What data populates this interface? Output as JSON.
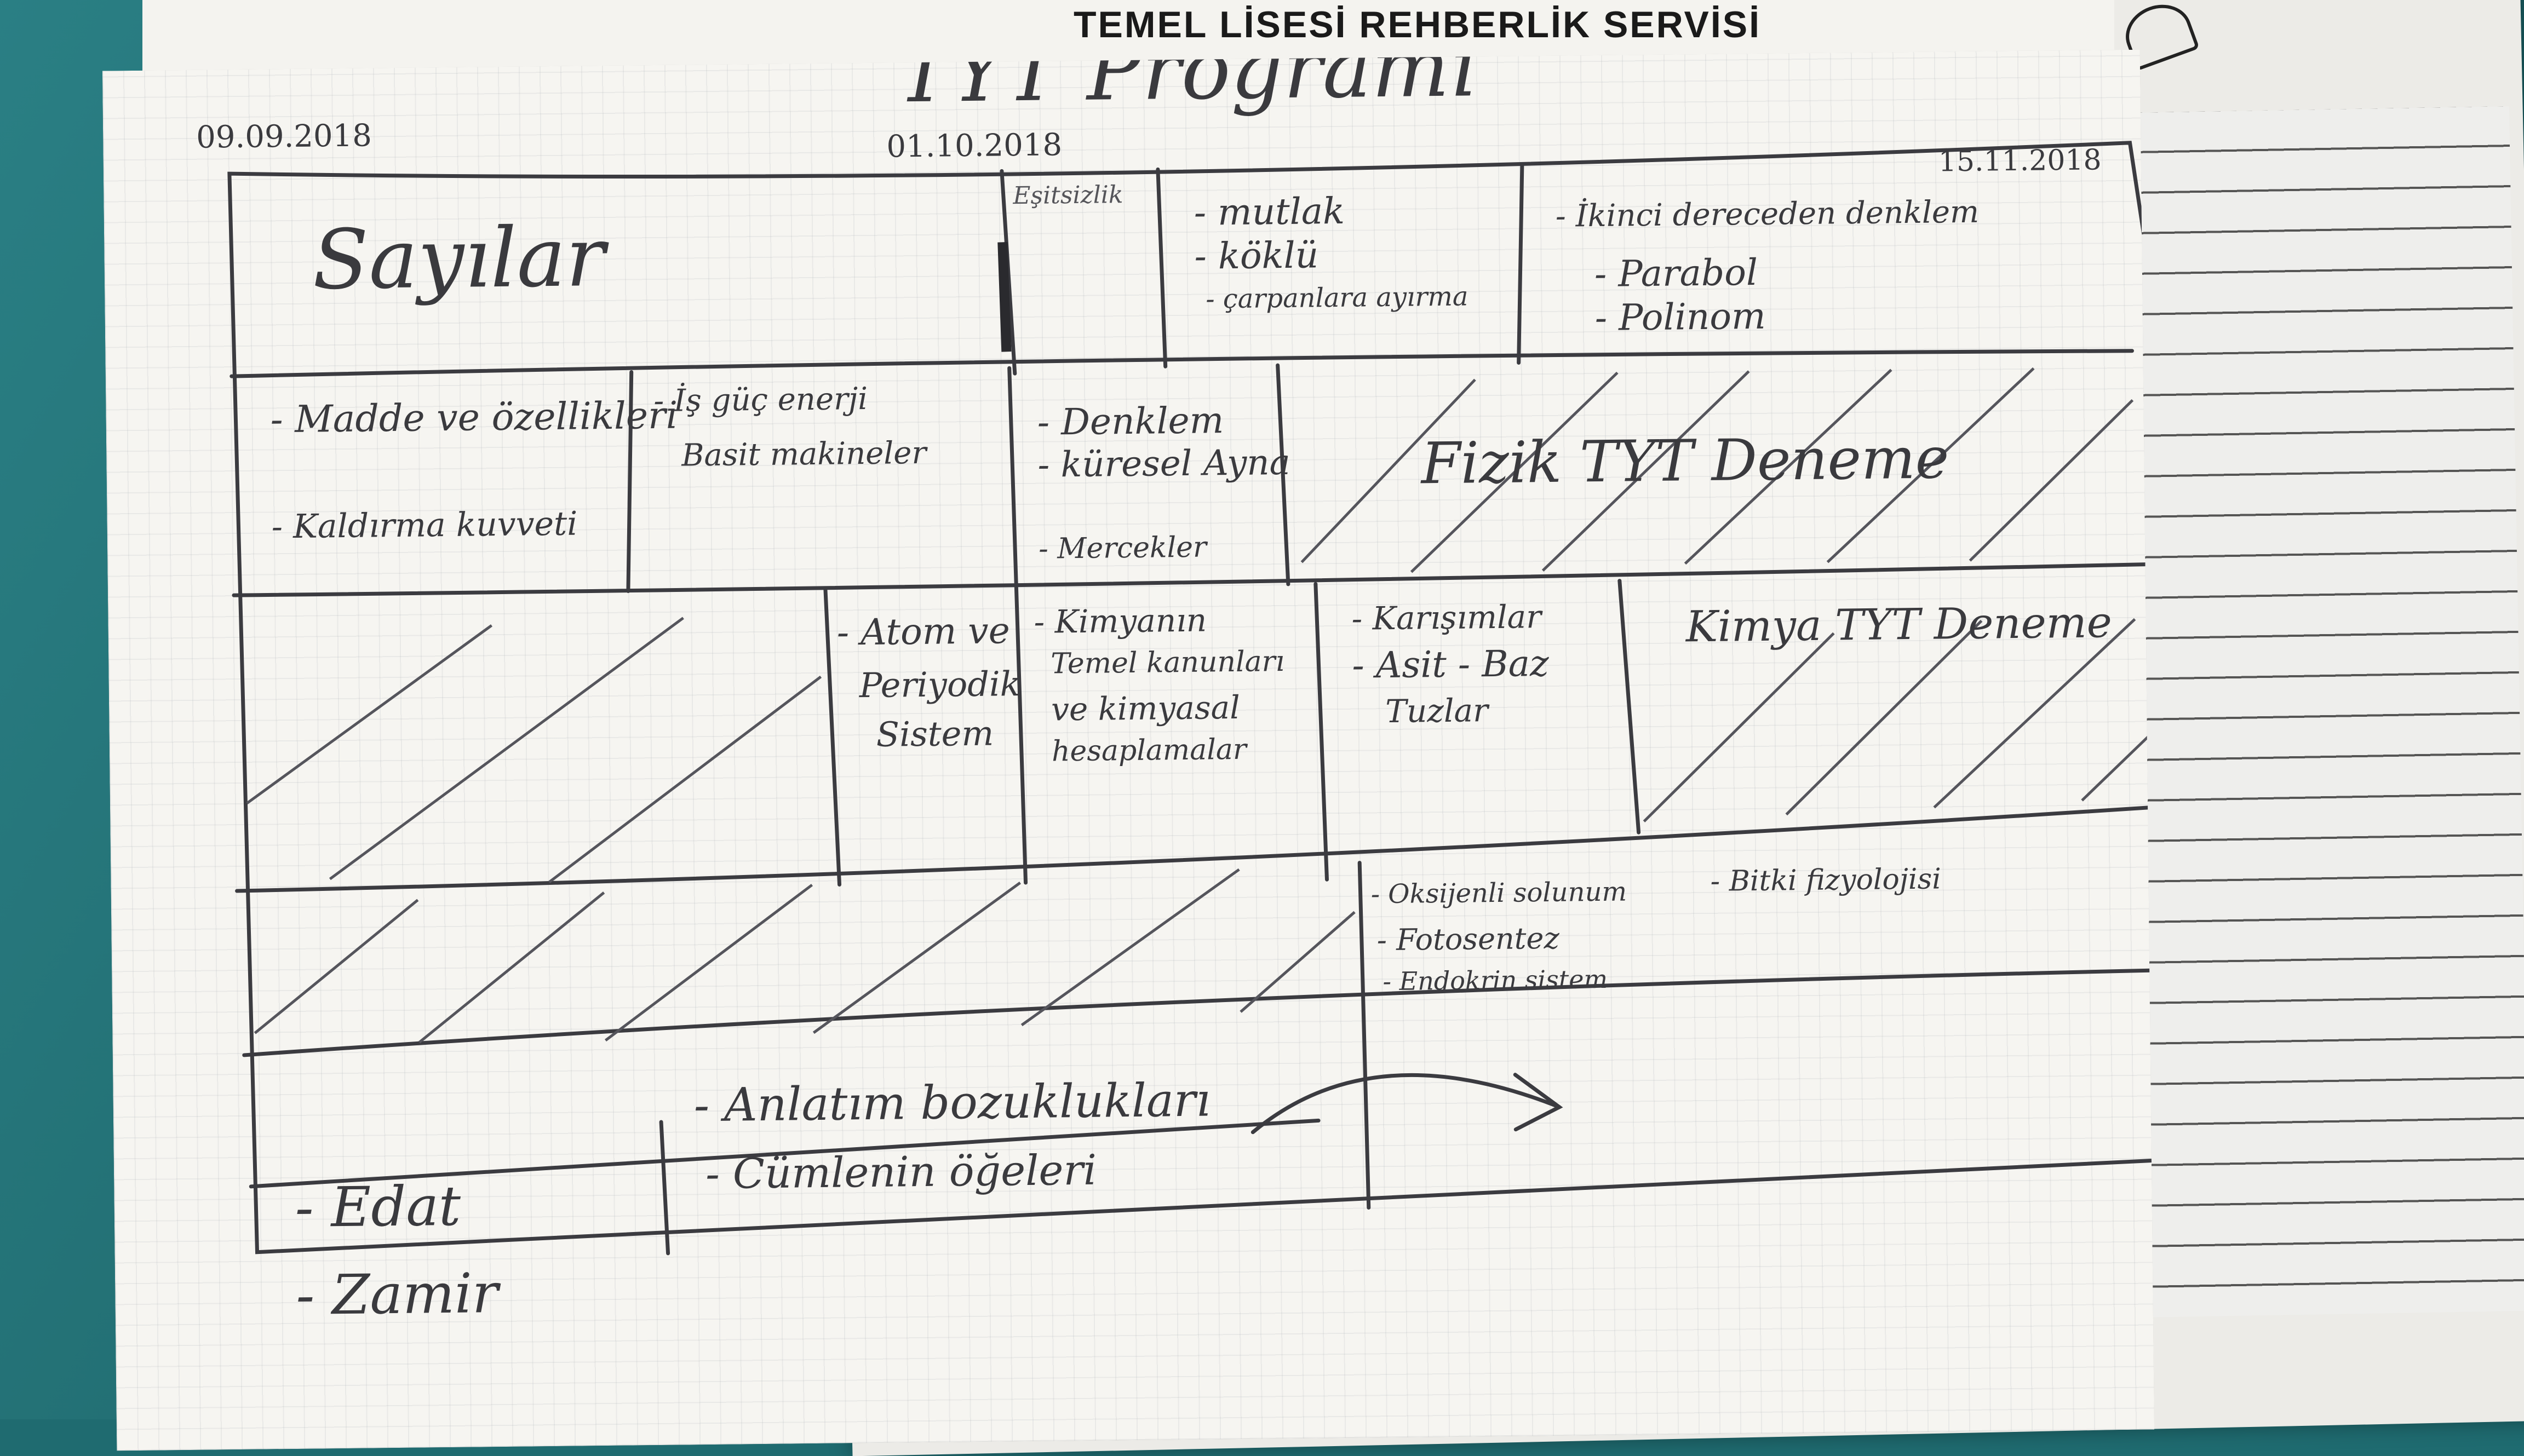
{
  "header": {
    "title": "TEMEL LİSESİ REHBERLİK SERVİSİ"
  },
  "sheet": {
    "title": "TYT Programı",
    "dates": [
      "09.09.2018",
      "01.10.2018",
      "15.11.2018"
    ]
  },
  "cells": {
    "sayilar": "Sayılar",
    "esitsizlik": "Eşitsizlik",
    "mutlak": [
      "- mutlak",
      "- köklü",
      "- çarpanlara ayırma"
    ],
    "ikinci": [
      "- İkinci dereceden denklem",
      "- Parabol",
      "- Polinom"
    ],
    "madde": [
      "- Madde ve özellikleri",
      "- Kaldırma kuvveti"
    ],
    "is_guc": [
      "- İş güç enerji",
      "Basit makineler"
    ],
    "denklem": [
      "- Denklem",
      "- küresel Ayna",
      "- Mercekler"
    ],
    "fizik_deneme": "Fizik TYT Deneme",
    "atom": [
      "- Atom ve",
      "Periyodik",
      "Sistem"
    ],
    "kimyanin": [
      "- Kimyanın",
      "Temel kanunları",
      "ve kimyasal",
      "hesaplamalar"
    ],
    "karisimlar": [
      "- Karışımlar",
      "- Asit - Baz",
      "Tuzlar"
    ],
    "kimya_deneme": "Kimya TYT Deneme",
    "biyoloji": [
      "- Oksijenli solunum",
      "- Fotosentez",
      "- Endokrin sistem"
    ],
    "bitki": "- Bitki fizyolojisi",
    "edat": [
      "- Edat",
      "- Zamir"
    ],
    "anlatim": [
      "- Anlatım bozuklukları",
      "- Cümlenin öğeleri"
    ]
  },
  "colors": {
    "pencil": "#3a3a3e",
    "paper": "#f6f5f1",
    "background": "#1f6b70"
  }
}
